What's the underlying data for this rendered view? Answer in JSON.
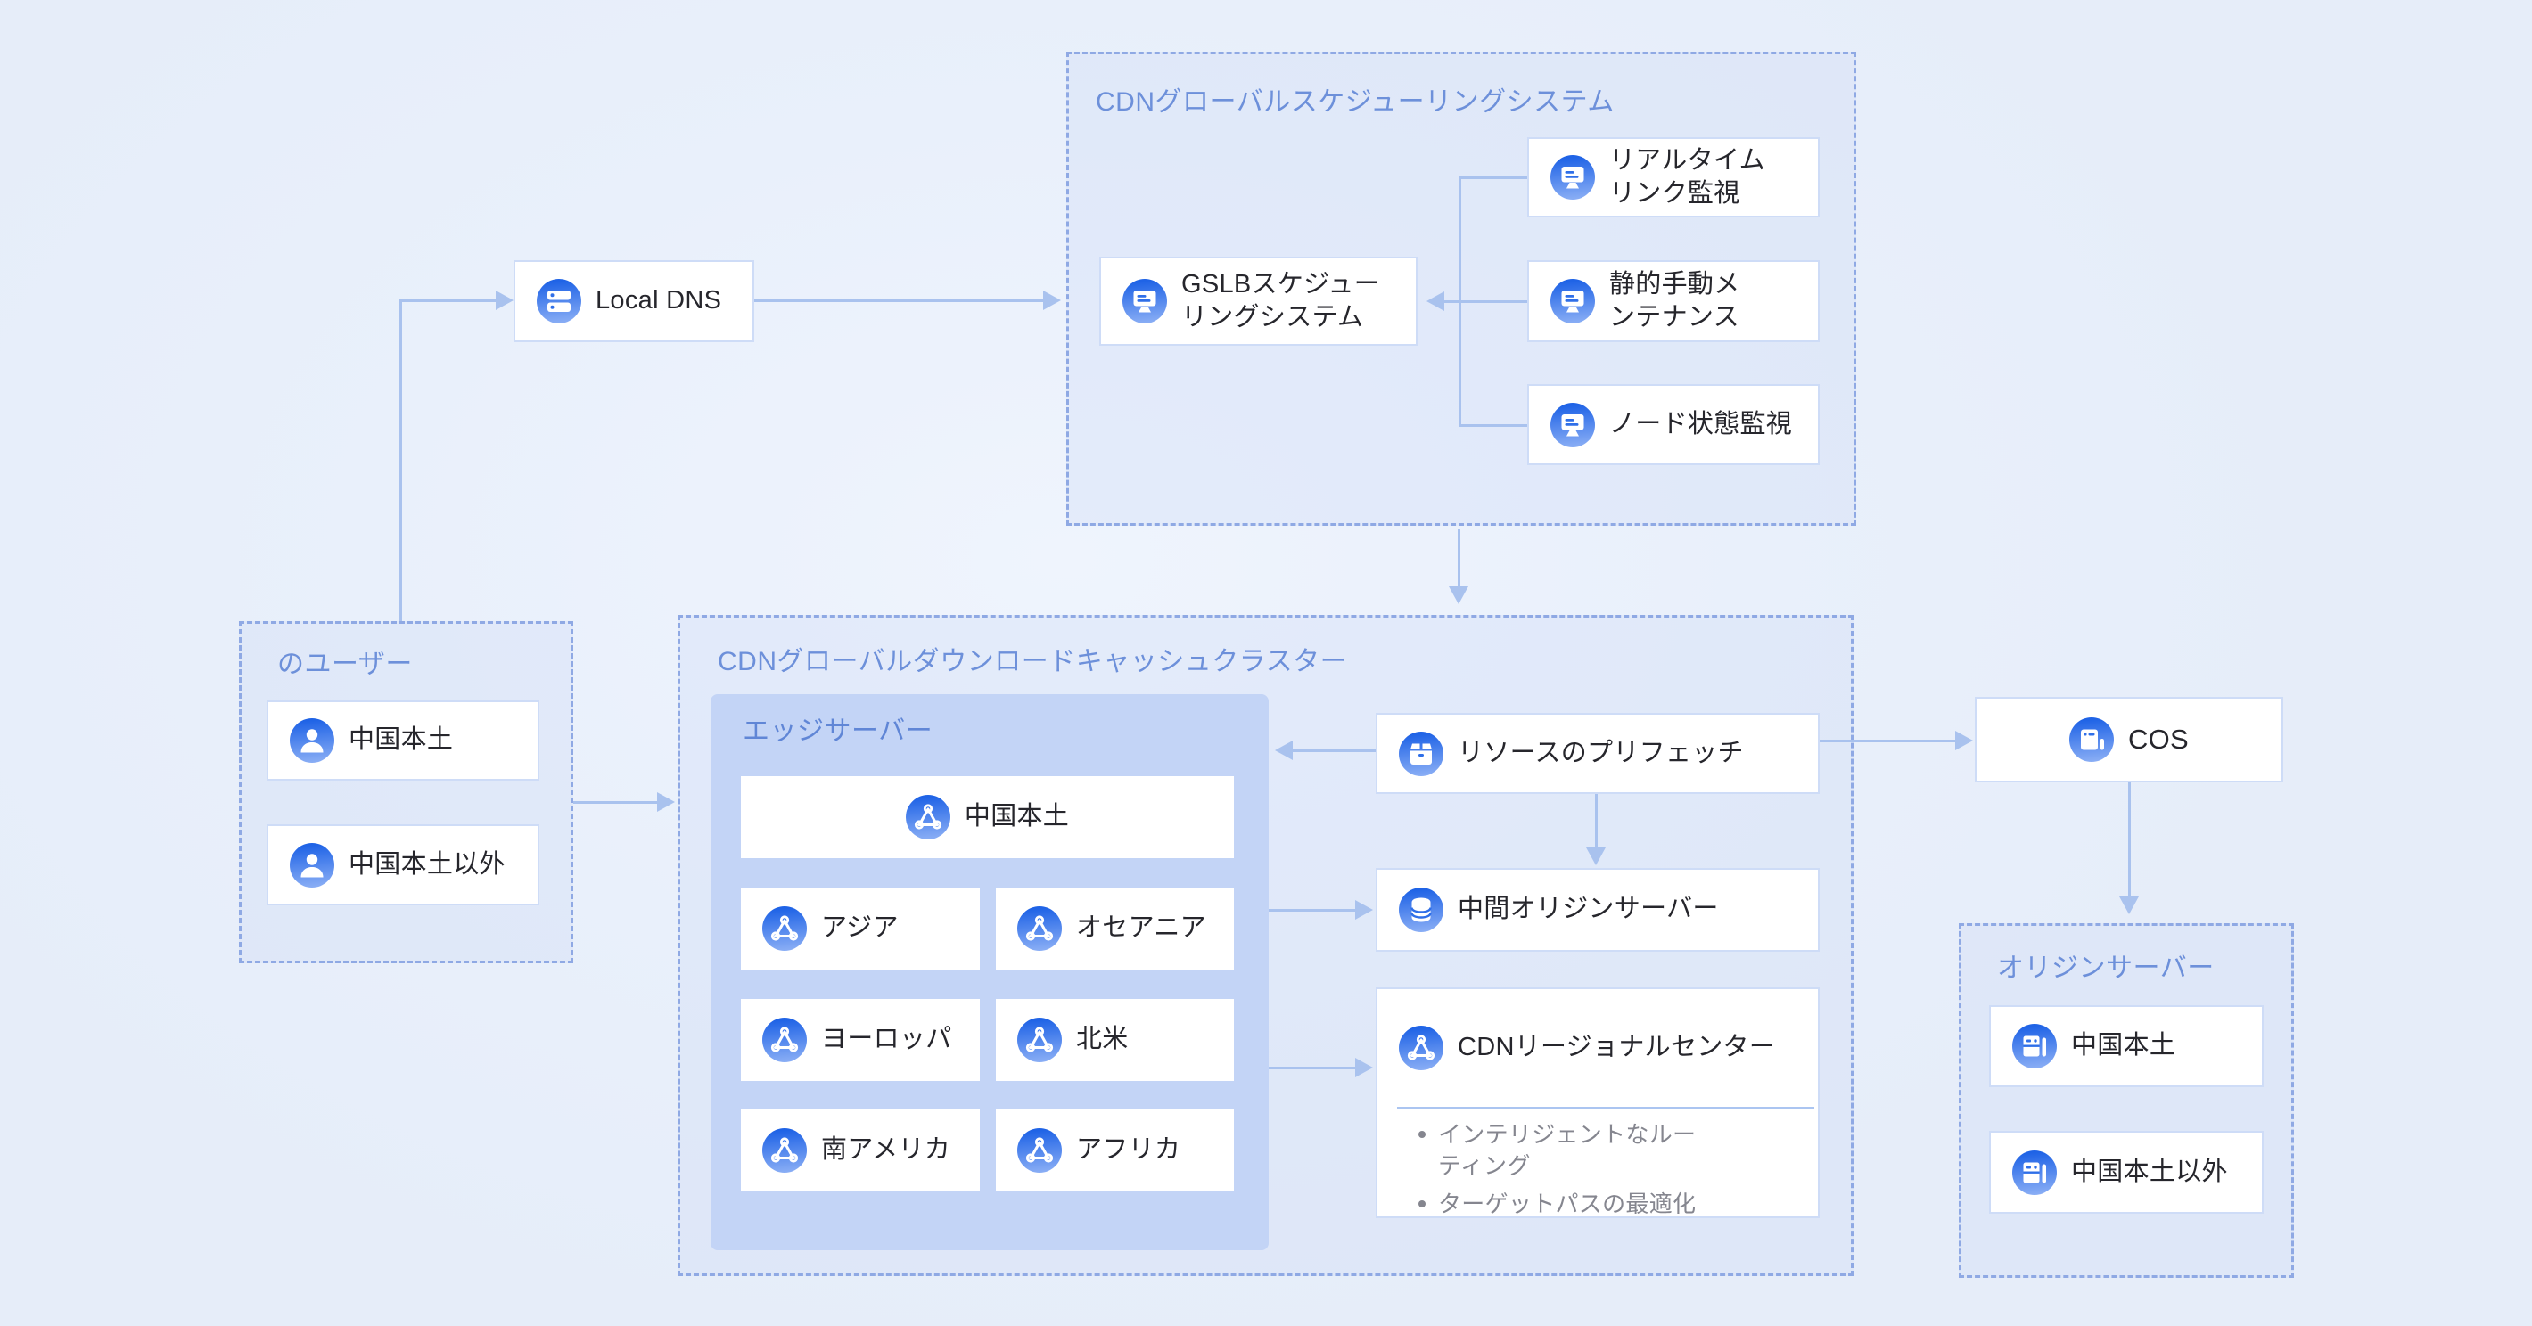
{
  "colors": {
    "background": "#e9f0fb",
    "accent_blue": "#2f6fe8",
    "icon_gradient_top": "#1f63e6",
    "icon_gradient_bottom": "#8aaef5",
    "arrow": "#a9c2ee",
    "dashed_border": "#8fa9e4",
    "group_title": "#6d90da",
    "edge_fill": "#c3d4f6",
    "box_border": "#cedcf7",
    "label_text": "#26262c",
    "bullet_text": "#85868f"
  },
  "scheduler_group": {
    "title": "CDNグローバルスケジューリングシステム",
    "gslb": {
      "label": "GSLBスケジュー\nリングシステム"
    },
    "monitors": [
      {
        "label": "リアルタイム\nリンク監視"
      },
      {
        "label": "静的手動メ\nンテナンス"
      },
      {
        "label": "ノード状態監視"
      }
    ]
  },
  "local_dns": {
    "label": "Local DNS"
  },
  "users_group": {
    "title": "のユーザー",
    "items": [
      {
        "label": "中国本土"
      },
      {
        "label": "中国本土以外"
      }
    ]
  },
  "cluster_group": {
    "title": "CDNグローバルダウンロードキャッシュクラスター",
    "edge": {
      "title": "エッジサーバー",
      "main": {
        "label": "中国本土"
      },
      "regions": [
        {
          "label": "アジア"
        },
        {
          "label": "オセアニア"
        },
        {
          "label": "ヨーロッパ"
        },
        {
          "label": "北米"
        },
        {
          "label": "南アメリカ"
        },
        {
          "label": "アフリカ"
        }
      ]
    },
    "prefetch": {
      "label": "リソースのプリフェッチ"
    },
    "mid_origin": {
      "label": "中間オリジンサーバー"
    },
    "regional_center": {
      "label": "CDNリージョナルセンター",
      "bullets": [
        {
          "text": "インテリジェントなルー\nティング"
        },
        {
          "text": "ターゲットパスの最適化"
        }
      ]
    }
  },
  "cos": {
    "label": "COS"
  },
  "origin_group": {
    "title": "オリジンサーバー",
    "items": [
      {
        "label": "中国本土"
      },
      {
        "label": "中国本土以外"
      }
    ]
  }
}
